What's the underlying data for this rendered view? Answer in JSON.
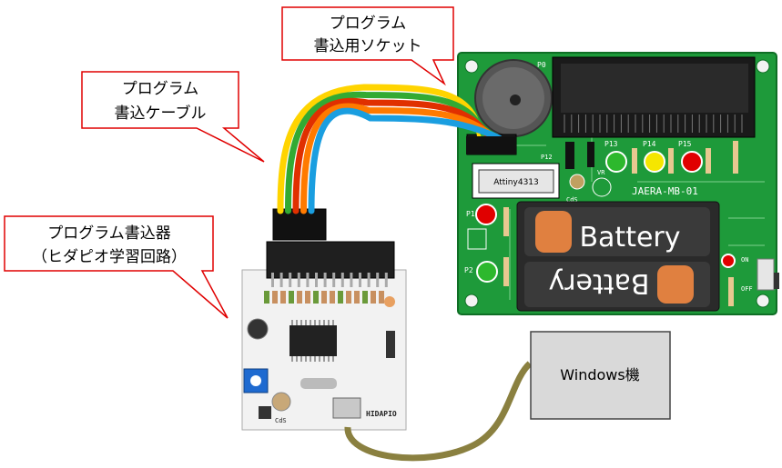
{
  "callouts": {
    "socket": {
      "line1": "プログラム",
      "line2": "書込用ソケット"
    },
    "cable": {
      "line1": "プログラム",
      "line2": "書込ケーブル"
    },
    "writer": {
      "line1": "プログラム書込器",
      "line2": "（ヒダピオ学習回路）"
    }
  },
  "windows_box": {
    "label": "Windows機"
  },
  "board": {
    "chip_label": "Attiny4313",
    "board_name": "JAERA-MB-01",
    "battery_top": "Battery",
    "battery_bottom": "Battery",
    "silk": {
      "p0": "P0",
      "p12": "P12",
      "p13": "P13",
      "p14": "P14",
      "p15": "P15",
      "p1": "P1",
      "p2": "P2",
      "cds": "CdS",
      "vr": "VR",
      "on": "ON",
      "off": "OFF"
    }
  },
  "writer_board": {
    "name": "HIDAPIO",
    "silk_cds": "CdS"
  },
  "colors": {
    "callout_fill": "#ffffff",
    "callout_border": "#e00000",
    "pcb_green": "#1e9a3a",
    "writer_pcb": "#f2f2f2",
    "usb_cable": "#8a8040",
    "windows_box": "#d9d9d9",
    "led_red": "#e00000",
    "led_green": "#2db82d",
    "led_yellow": "#f5e600",
    "battery_orange": "#e08040",
    "cable_wires": [
      "#ffd400",
      "#33aa33",
      "#e03000",
      "#ff7a00",
      "#1a9ee0"
    ]
  }
}
